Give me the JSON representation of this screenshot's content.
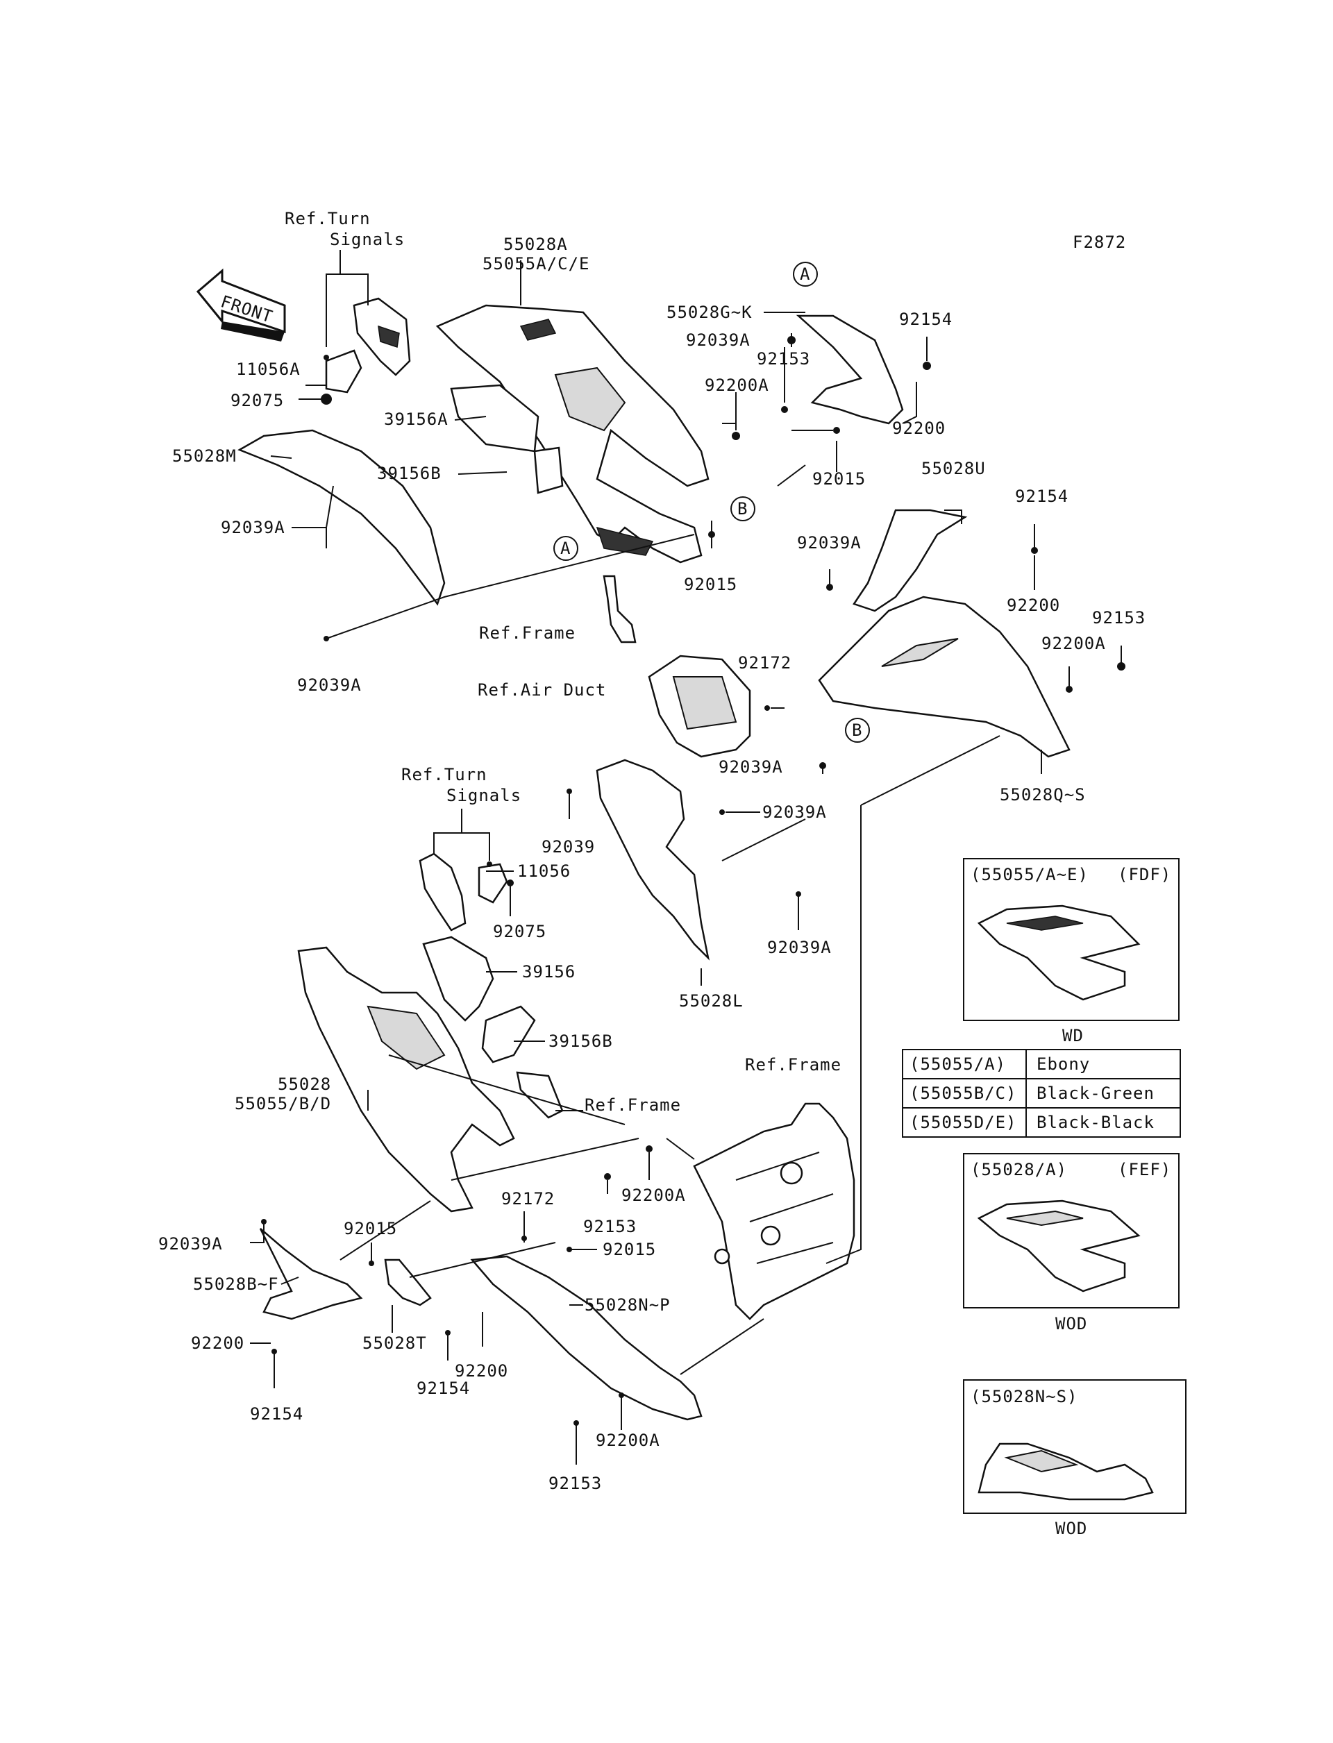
{
  "figure_code": "F2872",
  "front_arrow_label": "FRONT",
  "references": {
    "turn_signals_top": [
      "Ref.Turn",
      "Signals"
    ],
    "turn_signals_mid": [
      "Ref.Turn",
      "Signals"
    ],
    "frame_top": "Ref.Frame",
    "air_duct": "Ref.Air Duct",
    "frame_mid": "Ref.Frame",
    "frame_bottom": "Ref.Frame"
  },
  "callouts": {
    "a1": "A",
    "a2": "A",
    "b1": "B",
    "b2": "B"
  },
  "labels": {
    "p_55028A": "55028A",
    "p_55055ACE": "55055A/C/E",
    "p_55028GK": "55028G~K",
    "p_92039A_1": "92039A",
    "p_92154_1": "92154",
    "p_92153_1": "92153",
    "p_11056A": "11056A",
    "p_92075_1": "92075",
    "p_92200A_1": "92200A",
    "p_39156A": "39156A",
    "p_92200_1": "92200",
    "p_55028M": "55028M",
    "p_39156B_1": "39156B",
    "p_92015_1": "92015",
    "p_55028U": "55028U",
    "p_92154_2": "92154",
    "p_92039A_2": "92039A",
    "p_92015_2": "92015",
    "p_92039A_3": "92039A",
    "p_92200_2": "92200",
    "p_92153_2": "92153",
    "p_92039A_4": "92039A",
    "p_92172_1": "92172",
    "p_92200A_2": "92200A",
    "p_92039A_5": "92039A",
    "p_55028QS": "55028Q~S",
    "p_92039": "92039",
    "p_92039A_6": "92039A",
    "p_11056": "11056",
    "p_92075_2": "92075",
    "p_92039A_7": "92039A",
    "p_39156": "39156",
    "p_55028L": "55028L",
    "p_39156B_2": "39156B",
    "p_55028": "55028",
    "p_55055BD": "55055/B/D",
    "p_92200A_3": "92200A",
    "p_92153_3": "92153",
    "p_92172_2": "92172",
    "p_92015_3": "92015",
    "p_92039A_8": "92039A",
    "p_92015_4": "92015",
    "p_55028BF": "55028B~F",
    "p_55028NP": "55028N~P",
    "p_92200_3": "92200",
    "p_55028T": "55028T",
    "p_92200_4": "92200",
    "p_92154_3": "92154",
    "p_92154_4": "92154",
    "p_92200A_4": "92200A",
    "p_92153_4": "92153"
  },
  "insets": [
    {
      "title": "(55055/A~E)",
      "code": "(FDF)",
      "caption": "WD"
    },
    {
      "title": "(55028/A)",
      "code": "(FEF)",
      "caption": "WOD"
    },
    {
      "title": "(55028N~S)",
      "code": "",
      "caption": "WOD"
    }
  ],
  "color_table": [
    {
      "part": "(55055/A)",
      "color": "Ebony"
    },
    {
      "part": "(55055B/C)",
      "color": "Black-Green"
    },
    {
      "part": "(55055D/E)",
      "color": "Black-Black"
    }
  ]
}
